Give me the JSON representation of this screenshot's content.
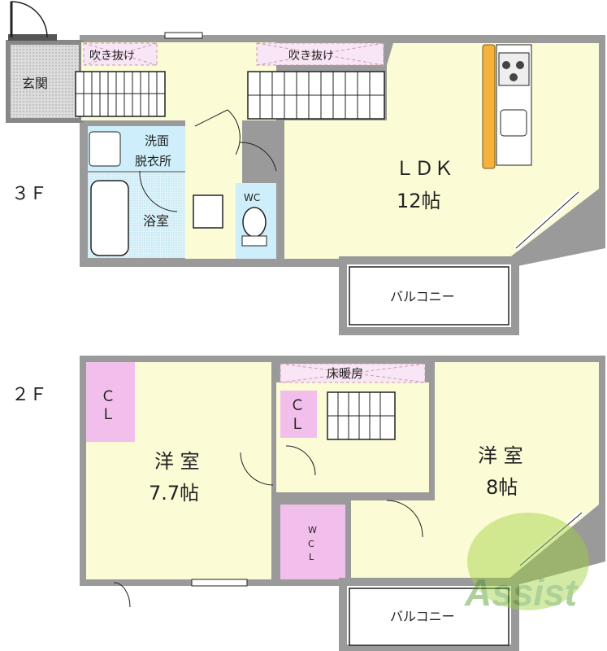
{
  "floors": {
    "f3": {
      "label": "３Ｆ",
      "genkan": "玄関",
      "void_left": "吹き抜け",
      "void_right": "吹き抜け",
      "senmen_1": "洗面",
      "senmen_2": "脱衣所",
      "yokushitsu": "浴室",
      "wc": "WC",
      "ldk_1": "ＬＤＫ",
      "ldk_2": "12帖",
      "balcony": "バルコニー"
    },
    "f2": {
      "label": "２Ｆ",
      "floor_heating": "床暖房",
      "cl_left_1": "Ｃ",
      "cl_left_2": "Ｌ",
      "cl_mid_1": "Ｃ",
      "cl_mid_2": "Ｌ",
      "room_left_1": "洋 室",
      "room_left_2": "7.7帖",
      "room_right_1": "洋 室",
      "room_right_2": "8帖",
      "wcl_1": "W",
      "wcl_2": "C",
      "wcl_3": "L",
      "balcony": "バルコニー"
    }
  },
  "watermark": "Assist",
  "colors": {
    "wall": "#9a9a9a",
    "room": "#fbfbd6",
    "wet": "#cdeefa",
    "closet": "#f2bfec",
    "kitchen": "#f7b23b",
    "void": "#f8e6f6"
  }
}
